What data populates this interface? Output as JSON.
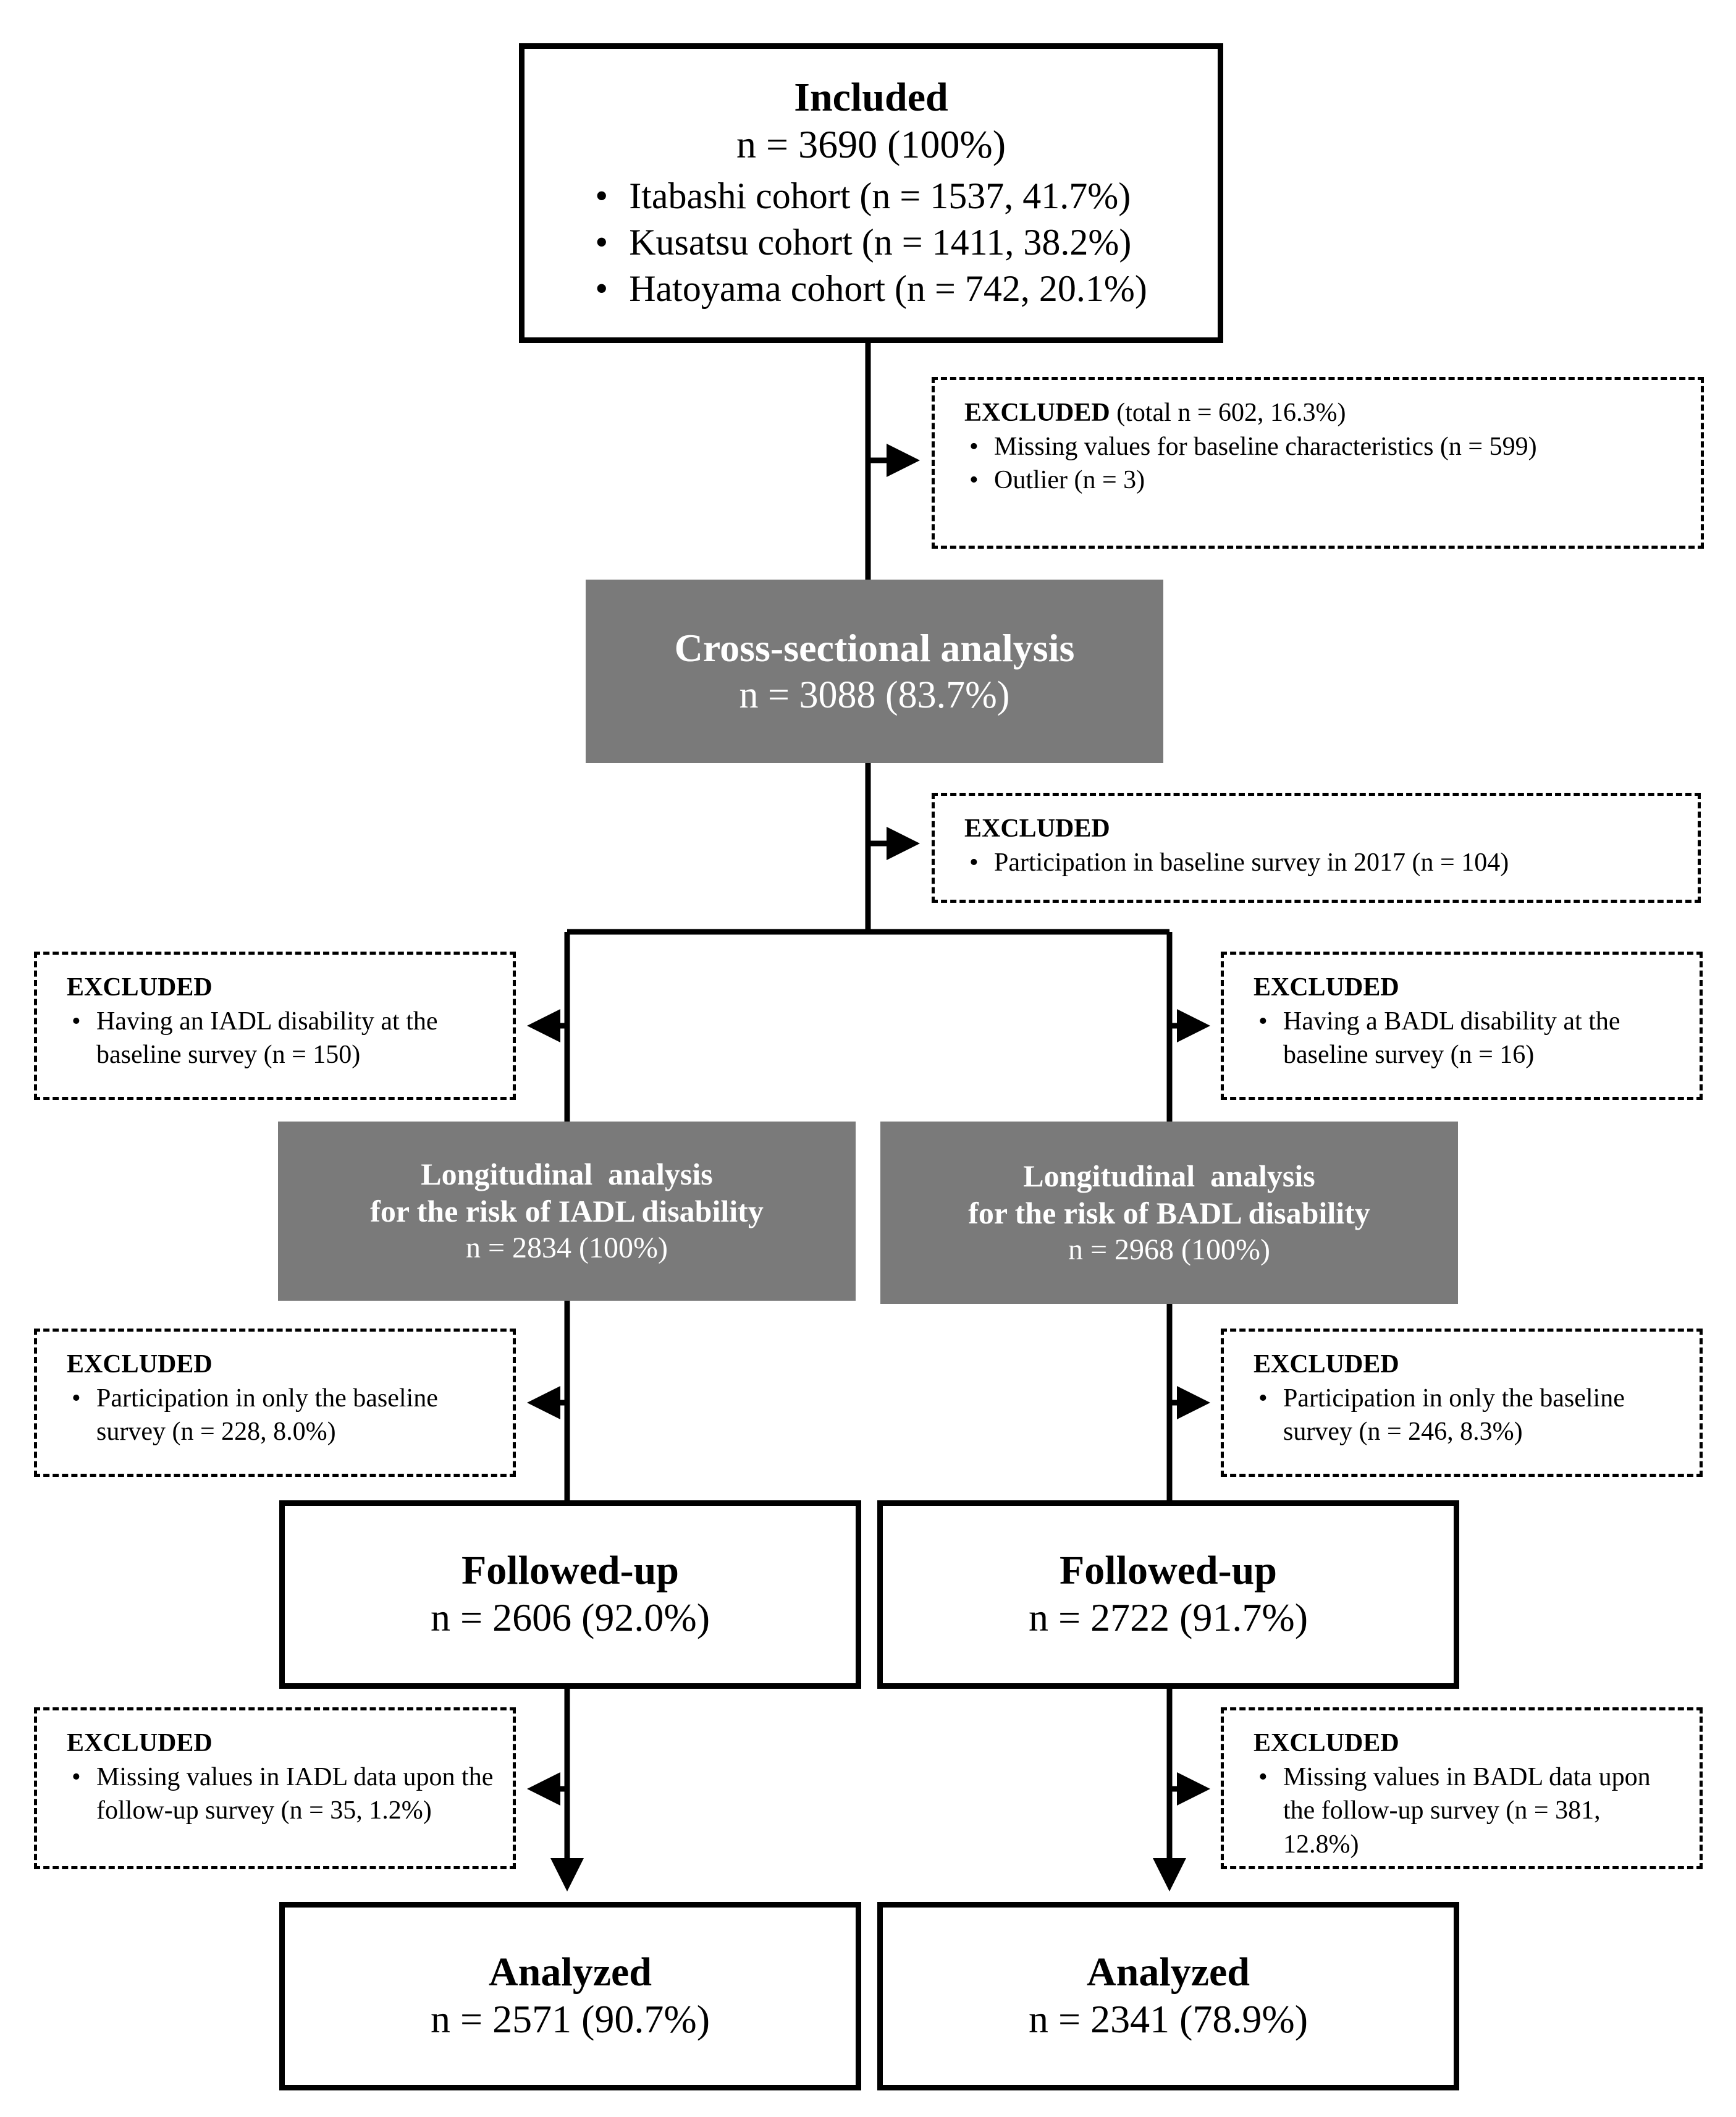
{
  "included": {
    "title": "Included",
    "n": "n = 3690 (100%)",
    "cohorts": [
      "Itabashi cohort (n = 1537, 41.7%)",
      "Kusatsu cohort (n = 1411, 38.2%)",
      "Hatoyama cohort (n = 742, 20.1%)"
    ]
  },
  "excluded_1": {
    "title": "EXCLUDED",
    "total": "(total n = 602, 16.3%)",
    "items": [
      "Missing values for baseline characteristics (n = 599)",
      "Outlier (n = 3)"
    ]
  },
  "cross_sectional": {
    "title": "Cross-sectional analysis",
    "n": "n = 3088 (83.7%)"
  },
  "excluded_2": {
    "title": "EXCLUDED",
    "items": [
      "Participation in baseline survey in 2017 (n = 104)"
    ]
  },
  "excluded_iadl_baseline": {
    "title": "EXCLUDED",
    "items": [
      "Having an IADL disability at the baseline survey (n = 150)"
    ]
  },
  "excluded_badl_baseline": {
    "title": "EXCLUDED",
    "items": [
      "Having a BADL disability at the baseline survey (n = 16)"
    ]
  },
  "longitudinal_iadl": {
    "title_line1": "Longitudinal  analysis",
    "title_line2": "for the risk of IADL disability",
    "n": "n = 2834 (100%)"
  },
  "longitudinal_badl": {
    "title_line1": "Longitudinal  analysis",
    "title_line2": "for the risk of BADL disability",
    "n": "n = 2968 (100%)"
  },
  "excluded_iadl_followup": {
    "title": "EXCLUDED",
    "items": [
      "Participation in only the baseline survey (n = 228, 8.0%)"
    ]
  },
  "excluded_badl_followup": {
    "title": "EXCLUDED",
    "items": [
      "Participation in only the baseline survey (n = 246, 8.3%)"
    ]
  },
  "followed_iadl": {
    "title": "Followed-up",
    "n": "n = 2606 (92.0%)"
  },
  "followed_badl": {
    "title": "Followed-up",
    "n": "n = 2722 (91.7%)"
  },
  "excluded_iadl_missing": {
    "title": "EXCLUDED",
    "items": [
      "Missing values in IADL data upon the follow-up survey (n = 35, 1.2%)"
    ]
  },
  "excluded_badl_missing": {
    "title": "EXCLUDED",
    "items": [
      "Missing values in BADL data upon the follow-up survey (n = 381, 12.8%)"
    ]
  },
  "analyzed_iadl": {
    "title": "Analyzed",
    "n": "n = 2571 (90.7%)"
  },
  "analyzed_badl": {
    "title": "Analyzed",
    "n": "n = 2341 (78.9%)"
  },
  "colors": {
    "grey_box": "#7a7a7a",
    "line": "#000000"
  }
}
